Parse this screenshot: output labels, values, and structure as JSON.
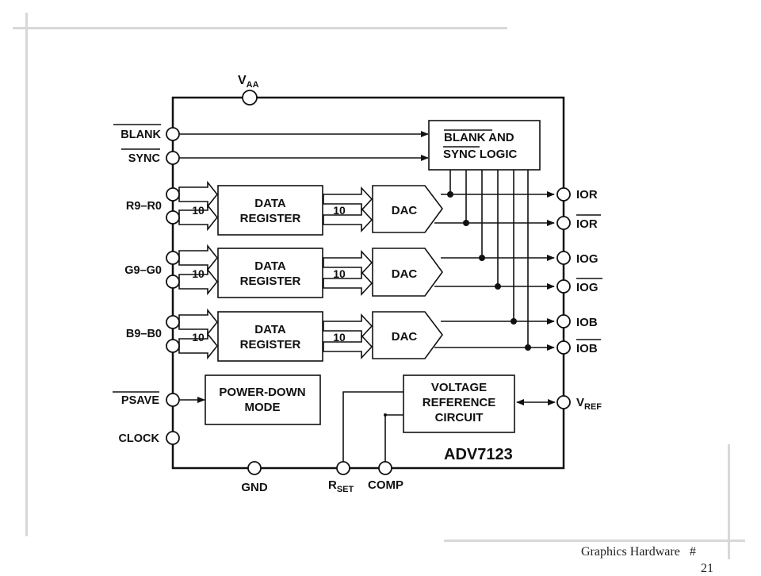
{
  "chip": {
    "part_number": "ADV7123",
    "supply": {
      "main": "V",
      "sub": "AA"
    },
    "ground": "GND",
    "bottom_pins": {
      "rset": {
        "main": "R",
        "sub": "SET"
      },
      "comp": "COMP"
    },
    "left_pins": {
      "blank": "BLANK",
      "sync": "SYNC",
      "red": "R9–R0",
      "green": "G9–G0",
      "blue": "B9–B0",
      "psave": "PSAVE",
      "clock": "CLOCK"
    },
    "right_pins": {
      "ior": "IOR",
      "ior_bar": "IOR",
      "iog": "IOG",
      "iog_bar": "IOG",
      "iob": "IOB",
      "iob_bar": "IOB",
      "vref": {
        "main": "V",
        "sub": "REF"
      }
    },
    "blocks": {
      "blank_sync_logic": {
        "line1_over": "BLANK",
        "line1_rest": " AND",
        "line2_over": "SYNC",
        "line2_rest": " LOGIC"
      },
      "data_register": {
        "line1": "DATA",
        "line2": "REGISTER"
      },
      "dac": "DAC",
      "power_down": {
        "line1": "POWER-DOWN",
        "line2": "MODE"
      },
      "voltage_reference": {
        "line1": "VOLTAGE",
        "line2": "REFERENCE",
        "line3": "CIRCUIT"
      }
    },
    "bus_width": "10"
  },
  "footer": {
    "title": "Graphics Hardware",
    "slide_marker": "#",
    "page_number": "21"
  }
}
